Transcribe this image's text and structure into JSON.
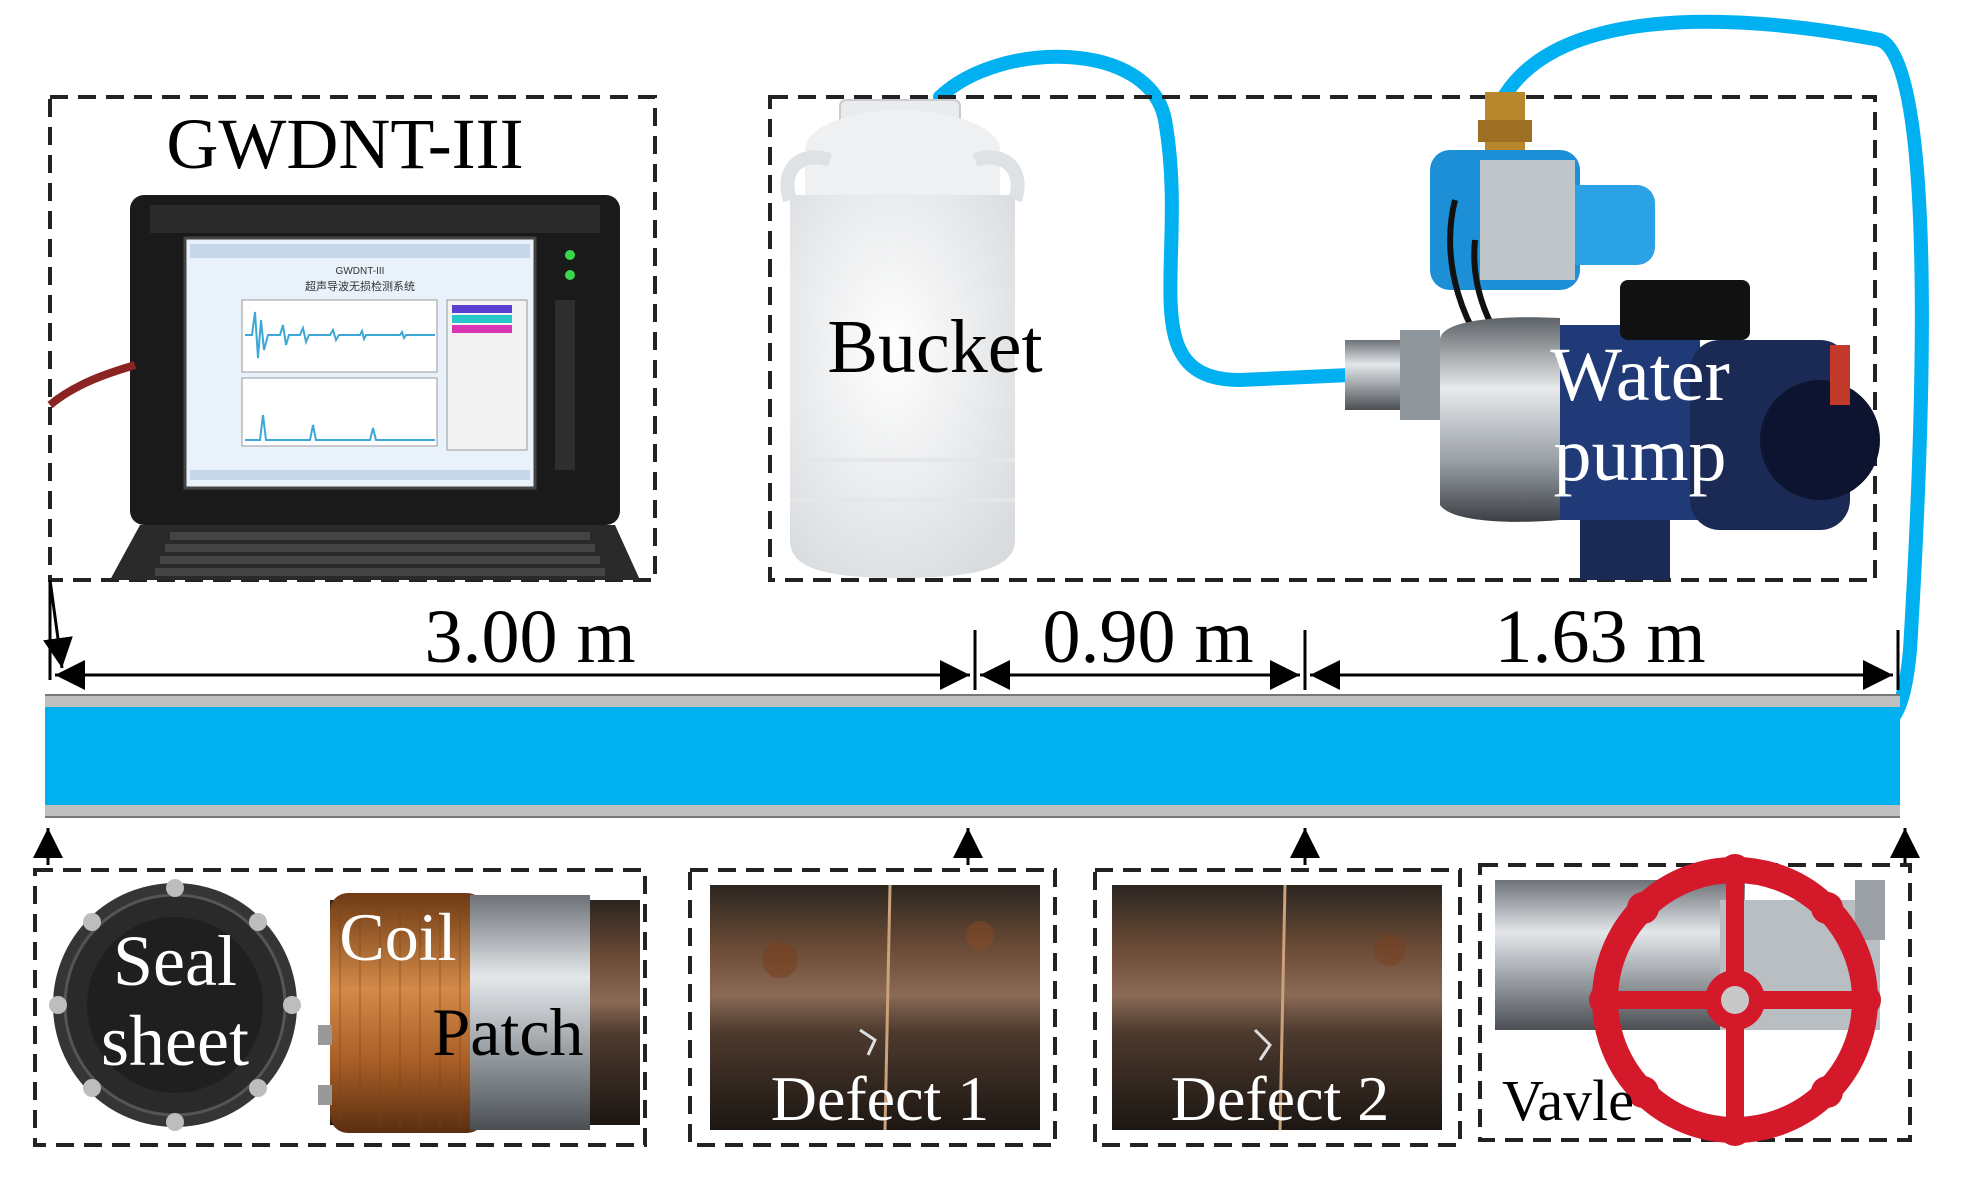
{
  "title": "GWDNT-III",
  "instrument": {
    "screen_title": "GWDNT-III",
    "screen_subtitle": "超声导波无损检测系统"
  },
  "labels": {
    "bucket": "Bucket",
    "water_pump_line1": "Water",
    "water_pump_line2": "pump",
    "seal_sheet_line1": "Seal",
    "seal_sheet_line2": "sheet",
    "coil": "Coil",
    "patch": "Patch",
    "defect1": "Defect 1",
    "defect2": "Defect 2",
    "valve": "Vavle"
  },
  "dimensions": {
    "d1": "3.00 m",
    "d2": "0.90 m",
    "d3": "1.63 m"
  },
  "colors": {
    "water": "#00b0f0",
    "pipe_edge": "#bfbfbf",
    "valve_wheel": "#d41a2a",
    "pump_body": "#1d8fd6",
    "copper": "#b86b2e",
    "dashed_frame": "#222222"
  }
}
